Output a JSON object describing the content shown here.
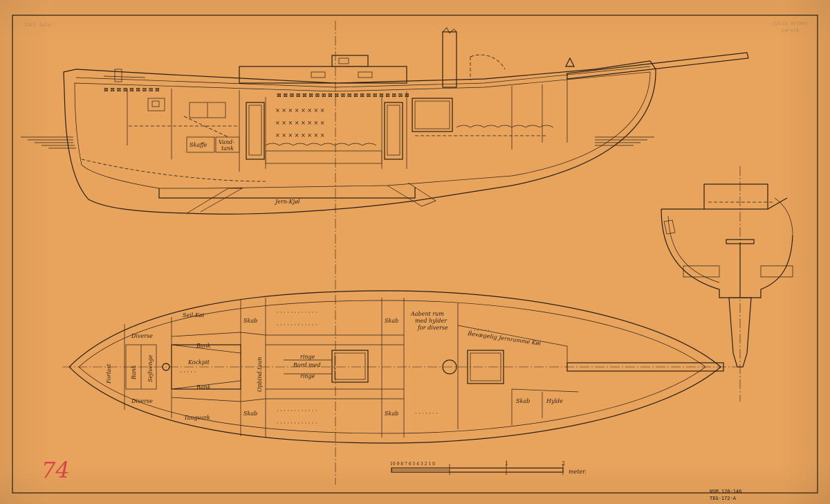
{
  "stamps": {
    "top_left": "Carl Gyle",
    "top_right_1": "Colin Archer",
    "top_right_2": "Larvik"
  },
  "profile_labels": {
    "skaffe": "Skaffe",
    "vandtank": "Vand-",
    "vandtank2": "tank",
    "keel": "Jern-Kjøl"
  },
  "plan_labels": {
    "forlast": "Forlast",
    "diverse_top": "Diverse",
    "diverse_bottom": "Diverse",
    "bank_side": "Bank",
    "sejlvenge": "Sejlvenge",
    "seil_koi": "Seil-Køi",
    "bank_top": "Bank",
    "kockpit": "Kockpit",
    "bank_bottom": "Bank",
    "taugvark": "Taugvark",
    "skab_1": "Skab",
    "skab_2": "Skab",
    "opbind": "Opbind.taun",
    "ringe_1": "ringe",
    "bord_med": "Bord med",
    "ringe_2": "ringe",
    "skab_3": "Skab",
    "skab_4": "Skab",
    "aabent_1": "Aabent rum",
    "aabent_2": "med hylder",
    "aabent_3": "for diverse",
    "bevaegelig": "Bevægelig Jernramme Køi",
    "skab_5": "Skab",
    "hylde": "Hylde"
  },
  "scale_bar": {
    "ticks_left": "10 9 8 7 6 5 4 3 2 1 0",
    "one": "1",
    "two": "2",
    "unit": "meter."
  },
  "annotations": {
    "red_mark": "74",
    "catalog_1": "NSM.120-146",
    "catalog_2": "TEG-172-A"
  }
}
